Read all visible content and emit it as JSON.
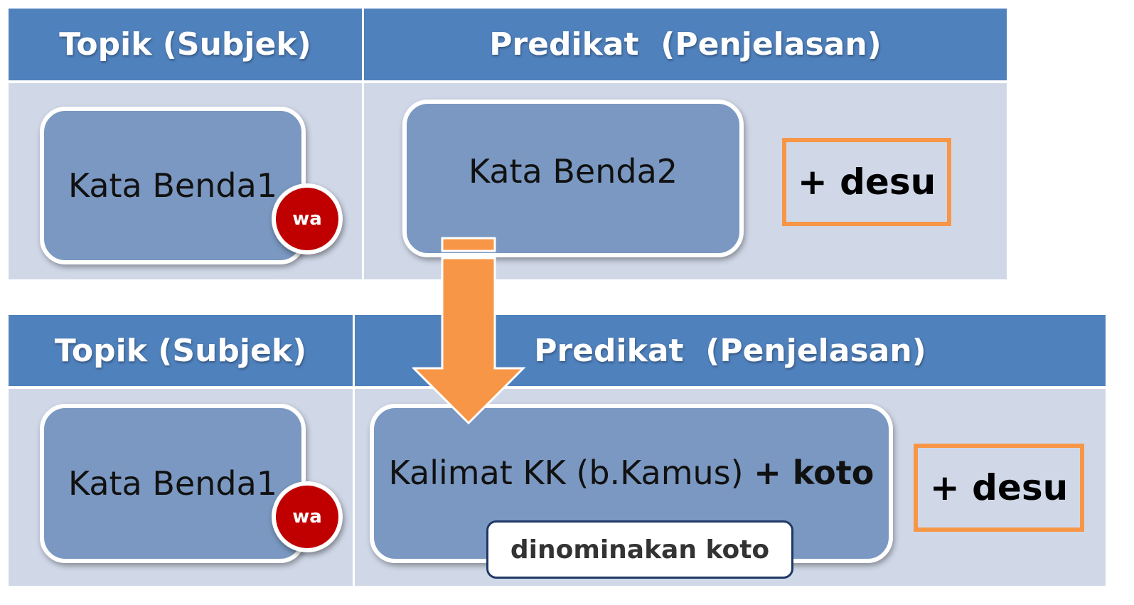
{
  "top_table": {
    "header_topic": "Topik (Subjek)",
    "header_predicate": "Predikat  (Penjelasan)",
    "noun1": "Kata Benda1",
    "particle": "wa",
    "noun2": "Kata Benda2",
    "suffix": "+ desu"
  },
  "bottom_table": {
    "header_topic": "Topik (Subjek)",
    "header_predicate": "Predikat  (Penjelasan)",
    "noun1": "Kata Benda1",
    "particle": "wa",
    "clause": "Kalimat KK (b.Kamus) ",
    "clause_suffix": "+ koto",
    "nominal_label": "dinominakan koto",
    "suffix": "+ desu"
  },
  "colors": {
    "header": "#4f81bd",
    "cell": "#d0d8e8",
    "box": "#7a98c1",
    "particle_circle": "#c00000",
    "desu_border": "#f79646",
    "arrow": "#f79646"
  }
}
